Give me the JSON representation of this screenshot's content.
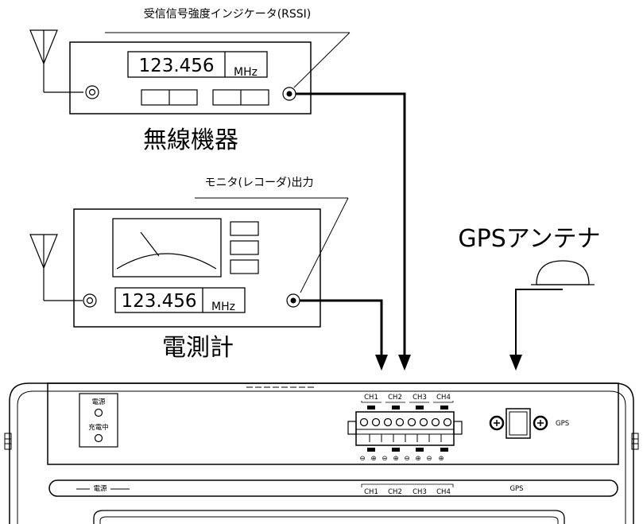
{
  "radio_device": {
    "rssi_label": "受信信号強度インジケータ(RSSI)",
    "frequency": "123.456",
    "unit": "MHz",
    "name": "無線機器"
  },
  "field_meter": {
    "output_label": "モニタ(レコーダ)出力",
    "frequency": "123.456",
    "unit": "MHz",
    "name": "電測計"
  },
  "gps_antenna": {
    "label": "GPSアンテナ"
  },
  "logger": {
    "indicator_1": "電源",
    "indicator_2": "充電中",
    "channels": [
      "CH1",
      "CH2",
      "CH3",
      "CH4"
    ],
    "terminal_polarity": [
      "⊖",
      "⊕",
      "⊖",
      "⊕",
      "⊖",
      "⊕",
      "⊖",
      "⊕"
    ],
    "gps_port": "GPS",
    "lower_power_label": "電源",
    "lower_channels": [
      "CH1",
      "CH2",
      "CH3",
      "CH4"
    ],
    "lower_gps": "GPS"
  },
  "colors": {
    "line": "#000000",
    "background": "#ffffff"
  }
}
